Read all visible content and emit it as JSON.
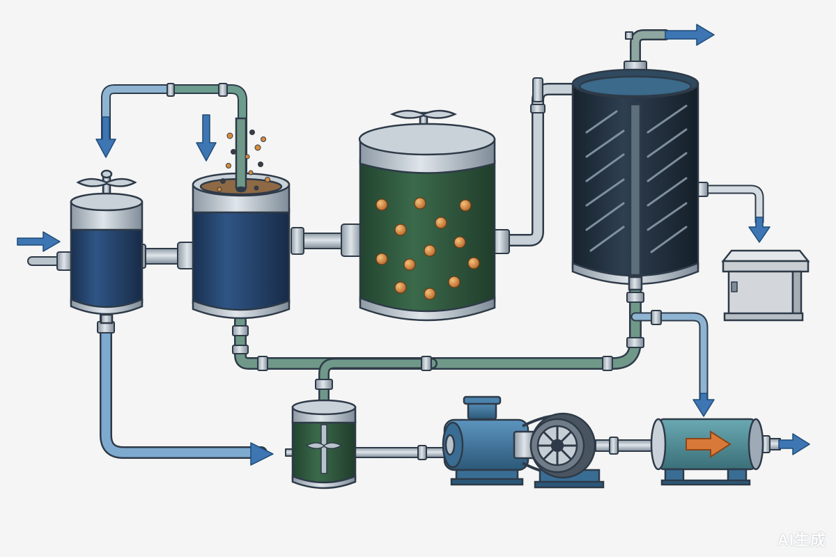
{
  "diagram": {
    "kind": "water-treatment-process-flow",
    "watermark": "AI生成",
    "colors": {
      "outline": "#2e3a48",
      "navy_body": "#23406a",
      "green_body": "#2f5a3f",
      "dark_filter": "#1f2c38",
      "steel": "#b9c3cb",
      "steel_dark": "#7f8c98",
      "blue_pipe": "#5a8fbf",
      "green_pipe": "#5f8a7a",
      "flow_arrow": "#3d76b3",
      "bead_orange": "#d98a3a",
      "motor_blue": "#3f79a6",
      "heater_teal": "#4f8f9a",
      "heater_arrow": "#d8793a",
      "box_grey": "#d3d7db"
    },
    "components": [
      {
        "id": "pre-filter-vessel",
        "icon": "vessel-with-valve-handle"
      },
      {
        "id": "chemical-dosing-tank",
        "icon": "open-tank-with-particles"
      },
      {
        "id": "ion-exchange-tank",
        "icon": "tank-with-resin-beads"
      },
      {
        "id": "membrane-filter-column",
        "icon": "transparent-column-with-baffles"
      },
      {
        "id": "collection-box",
        "icon": "storage-box"
      },
      {
        "id": "mixing-vessel",
        "icon": "vessel-with-impeller"
      },
      {
        "id": "pump-motor",
        "icon": "electric-motor"
      },
      {
        "id": "drive-wheel",
        "icon": "belt-drive-flywheel"
      },
      {
        "id": "heater-cylinder",
        "icon": "cylinder-with-flow-arrow"
      }
    ],
    "flow_arrows": [
      "inlet",
      "recycle-down",
      "dose-down",
      "outlet-top",
      "reject-down",
      "bypass-down",
      "bottom-feed",
      "final-outlet"
    ]
  }
}
